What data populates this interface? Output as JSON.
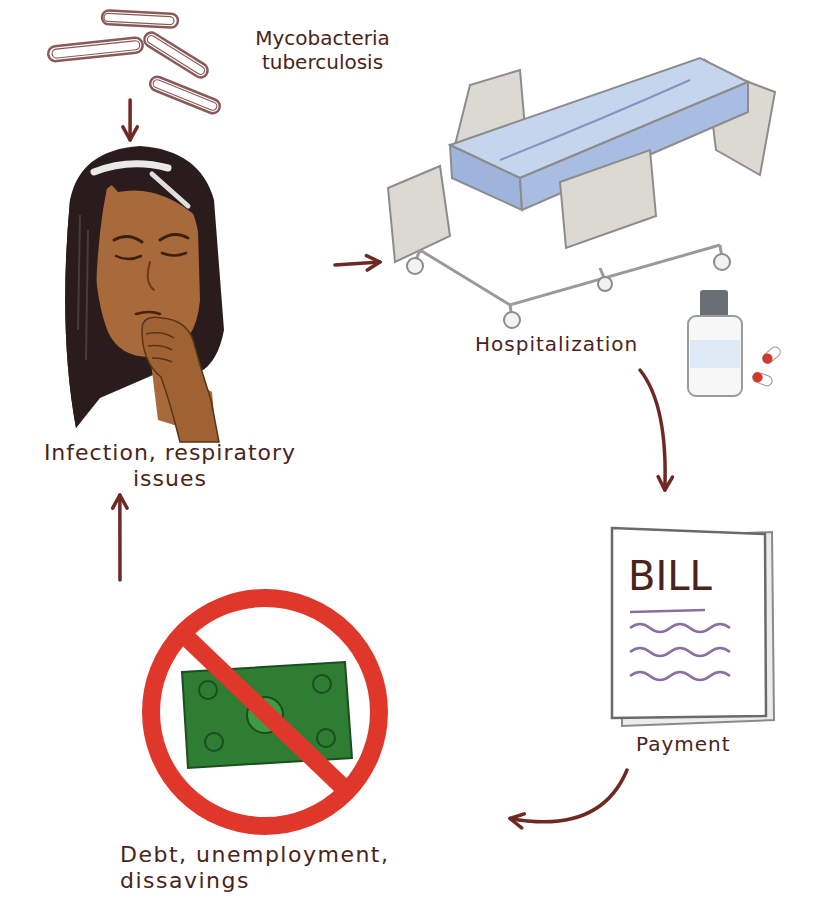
{
  "diagram": {
    "nodes": [
      {
        "text": [
          "Mycobacteria tuberculosis"
        ]
      },
      {
        "text": [
          "Infection, respiratory issues"
        ]
      },
      {
        "text": [
          "Hospitalization"
        ]
      },
      {
        "text": [
          "BILL",
          "Payment"
        ]
      },
      {
        "text": [
          "Debt, unemployment, dissavings"
        ]
      }
    ],
    "edges": [
      {
        "from": 0,
        "to": 1,
        "arrow": "to"
      },
      {
        "from": 1,
        "to": 2,
        "arrow": "to"
      },
      {
        "from": 2,
        "to": 3,
        "arrow": "to"
      },
      {
        "from": 3,
        "to": 4,
        "arrow": "to"
      },
      {
        "from": 4,
        "to": 1,
        "arrow": "to"
      }
    ]
  }
}
